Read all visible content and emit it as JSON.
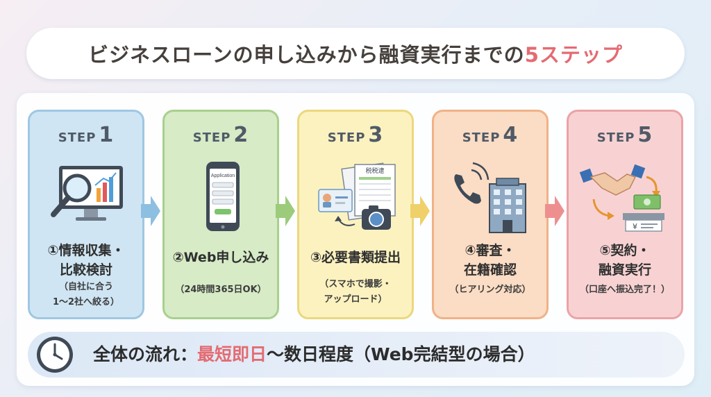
{
  "title": {
    "prefix": "ビジネスローンの申し込みから融資実行までの",
    "accent": "5ステップ"
  },
  "steps": [
    {
      "step_word": "STEP",
      "number": "1",
      "name": "①情報収集・\n比較検討",
      "note": "（自社に合う\n1〜2社へ絞る）"
    },
    {
      "step_word": "STEP",
      "number": "2",
      "name": "②Web申し込み",
      "note": "（24時間365日OK）",
      "app_label": "Application"
    },
    {
      "step_word": "STEP",
      "number": "3",
      "name": "③必要書類提出",
      "note": "（スマホで撮影・\nアップロード）",
      "doc_label": "税税逮"
    },
    {
      "step_word": "STEP",
      "number": "4",
      "name": "④審査・\n在籍確認",
      "note": "（ヒアリング対応）"
    },
    {
      "step_word": "STEP",
      "number": "5",
      "name": "⑤契約・\n融資実行",
      "note": "（口座へ振込完了！）",
      "yen_label": "¥"
    }
  ],
  "summary": {
    "prefix": "全体の流れ：",
    "highlight": "最短即日",
    "suffix": "〜数日程度（Web完結型の場合）"
  },
  "icons": [
    "magnifier-chart-icon",
    "smartphone-application-icon",
    "documents-camera-icon",
    "phone-building-icon",
    "handshake-money-icon",
    "clock-icon",
    "arrow-right-icon"
  ],
  "colors": {
    "accent": "#e46b72",
    "step1": "#cfe5f3",
    "step2": "#d6ebc6",
    "step3": "#fbf2c0",
    "step4": "#fbdcc4",
    "step5": "#f8d2d3"
  }
}
